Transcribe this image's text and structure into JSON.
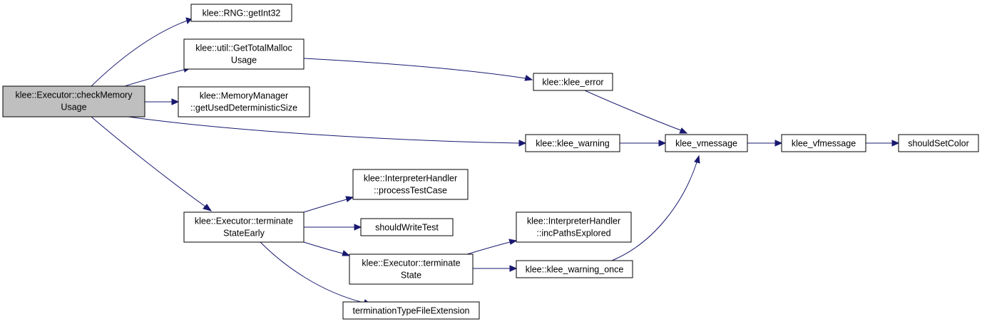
{
  "colors": {
    "edge": "#191970",
    "root_fill": "#bfbfbf",
    "node_fill": "#ffffff",
    "border": "#000000"
  },
  "nodes": {
    "check_memory_usage": [
      "klee::Executor::checkMemory",
      "Usage"
    ],
    "rng_getint32": [
      "klee::RNG::getInt32"
    ],
    "get_total_malloc_usage": [
      "klee::util::GetTotalMalloc",
      "Usage"
    ],
    "memory_manager_size": [
      "klee::MemoryManager",
      "::getUsedDeterministicSize"
    ],
    "klee_warning": [
      "klee::klee_warning"
    ],
    "terminate_state_early": [
      "klee::Executor::terminate",
      "StateEarly"
    ],
    "klee_error": [
      "klee::klee_error"
    ],
    "klee_vmessage": [
      "klee_vmessage"
    ],
    "klee_vfmessage": [
      "klee_vfmessage"
    ],
    "should_set_color": [
      "shouldSetColor"
    ],
    "process_test_case": [
      "klee::InterpreterHandler",
      "::processTestCase"
    ],
    "should_write_test": [
      "shouldWriteTest"
    ],
    "terminate_state": [
      "klee::Executor::terminate",
      "State"
    ],
    "termination_type_file_extension": [
      "terminationTypeFileExtension"
    ],
    "inc_paths_explored": [
      "klee::InterpreterHandler",
      "::incPathsExplored"
    ],
    "klee_warning_once": [
      "klee::klee_warning_once"
    ]
  },
  "edges": [
    [
      "check_memory_usage",
      "rng_getint32"
    ],
    [
      "check_memory_usage",
      "get_total_malloc_usage"
    ],
    [
      "check_memory_usage",
      "memory_manager_size"
    ],
    [
      "check_memory_usage",
      "klee_warning"
    ],
    [
      "check_memory_usage",
      "terminate_state_early"
    ],
    [
      "get_total_malloc_usage",
      "klee_error"
    ],
    [
      "klee_error",
      "klee_vmessage"
    ],
    [
      "klee_warning",
      "klee_vmessage"
    ],
    [
      "klee_vmessage",
      "klee_vfmessage"
    ],
    [
      "klee_vfmessage",
      "should_set_color"
    ],
    [
      "terminate_state_early",
      "process_test_case"
    ],
    [
      "terminate_state_early",
      "should_write_test"
    ],
    [
      "terminate_state_early",
      "terminate_state"
    ],
    [
      "terminate_state_early",
      "termination_type_file_extension"
    ],
    [
      "terminate_state",
      "inc_paths_explored"
    ],
    [
      "terminate_state",
      "klee_warning_once"
    ],
    [
      "klee_warning_once",
      "klee_vmessage"
    ]
  ]
}
